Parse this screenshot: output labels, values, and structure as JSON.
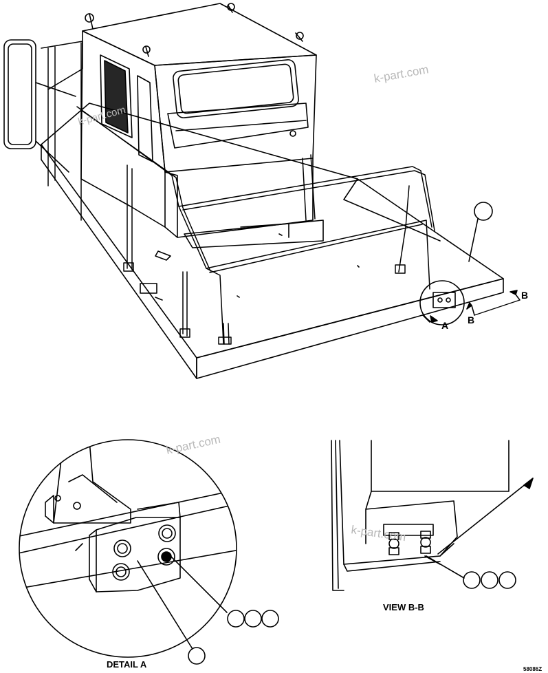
{
  "watermark": "k-part.com",
  "main_view": {
    "section_letter_a": "A",
    "section_letter_b_left": "B",
    "section_letter_b_right": "B"
  },
  "detail_a": {
    "caption": "DETAIL A"
  },
  "view_bb": {
    "caption": "VIEW B-B"
  },
  "drawing_number": "58086Z"
}
